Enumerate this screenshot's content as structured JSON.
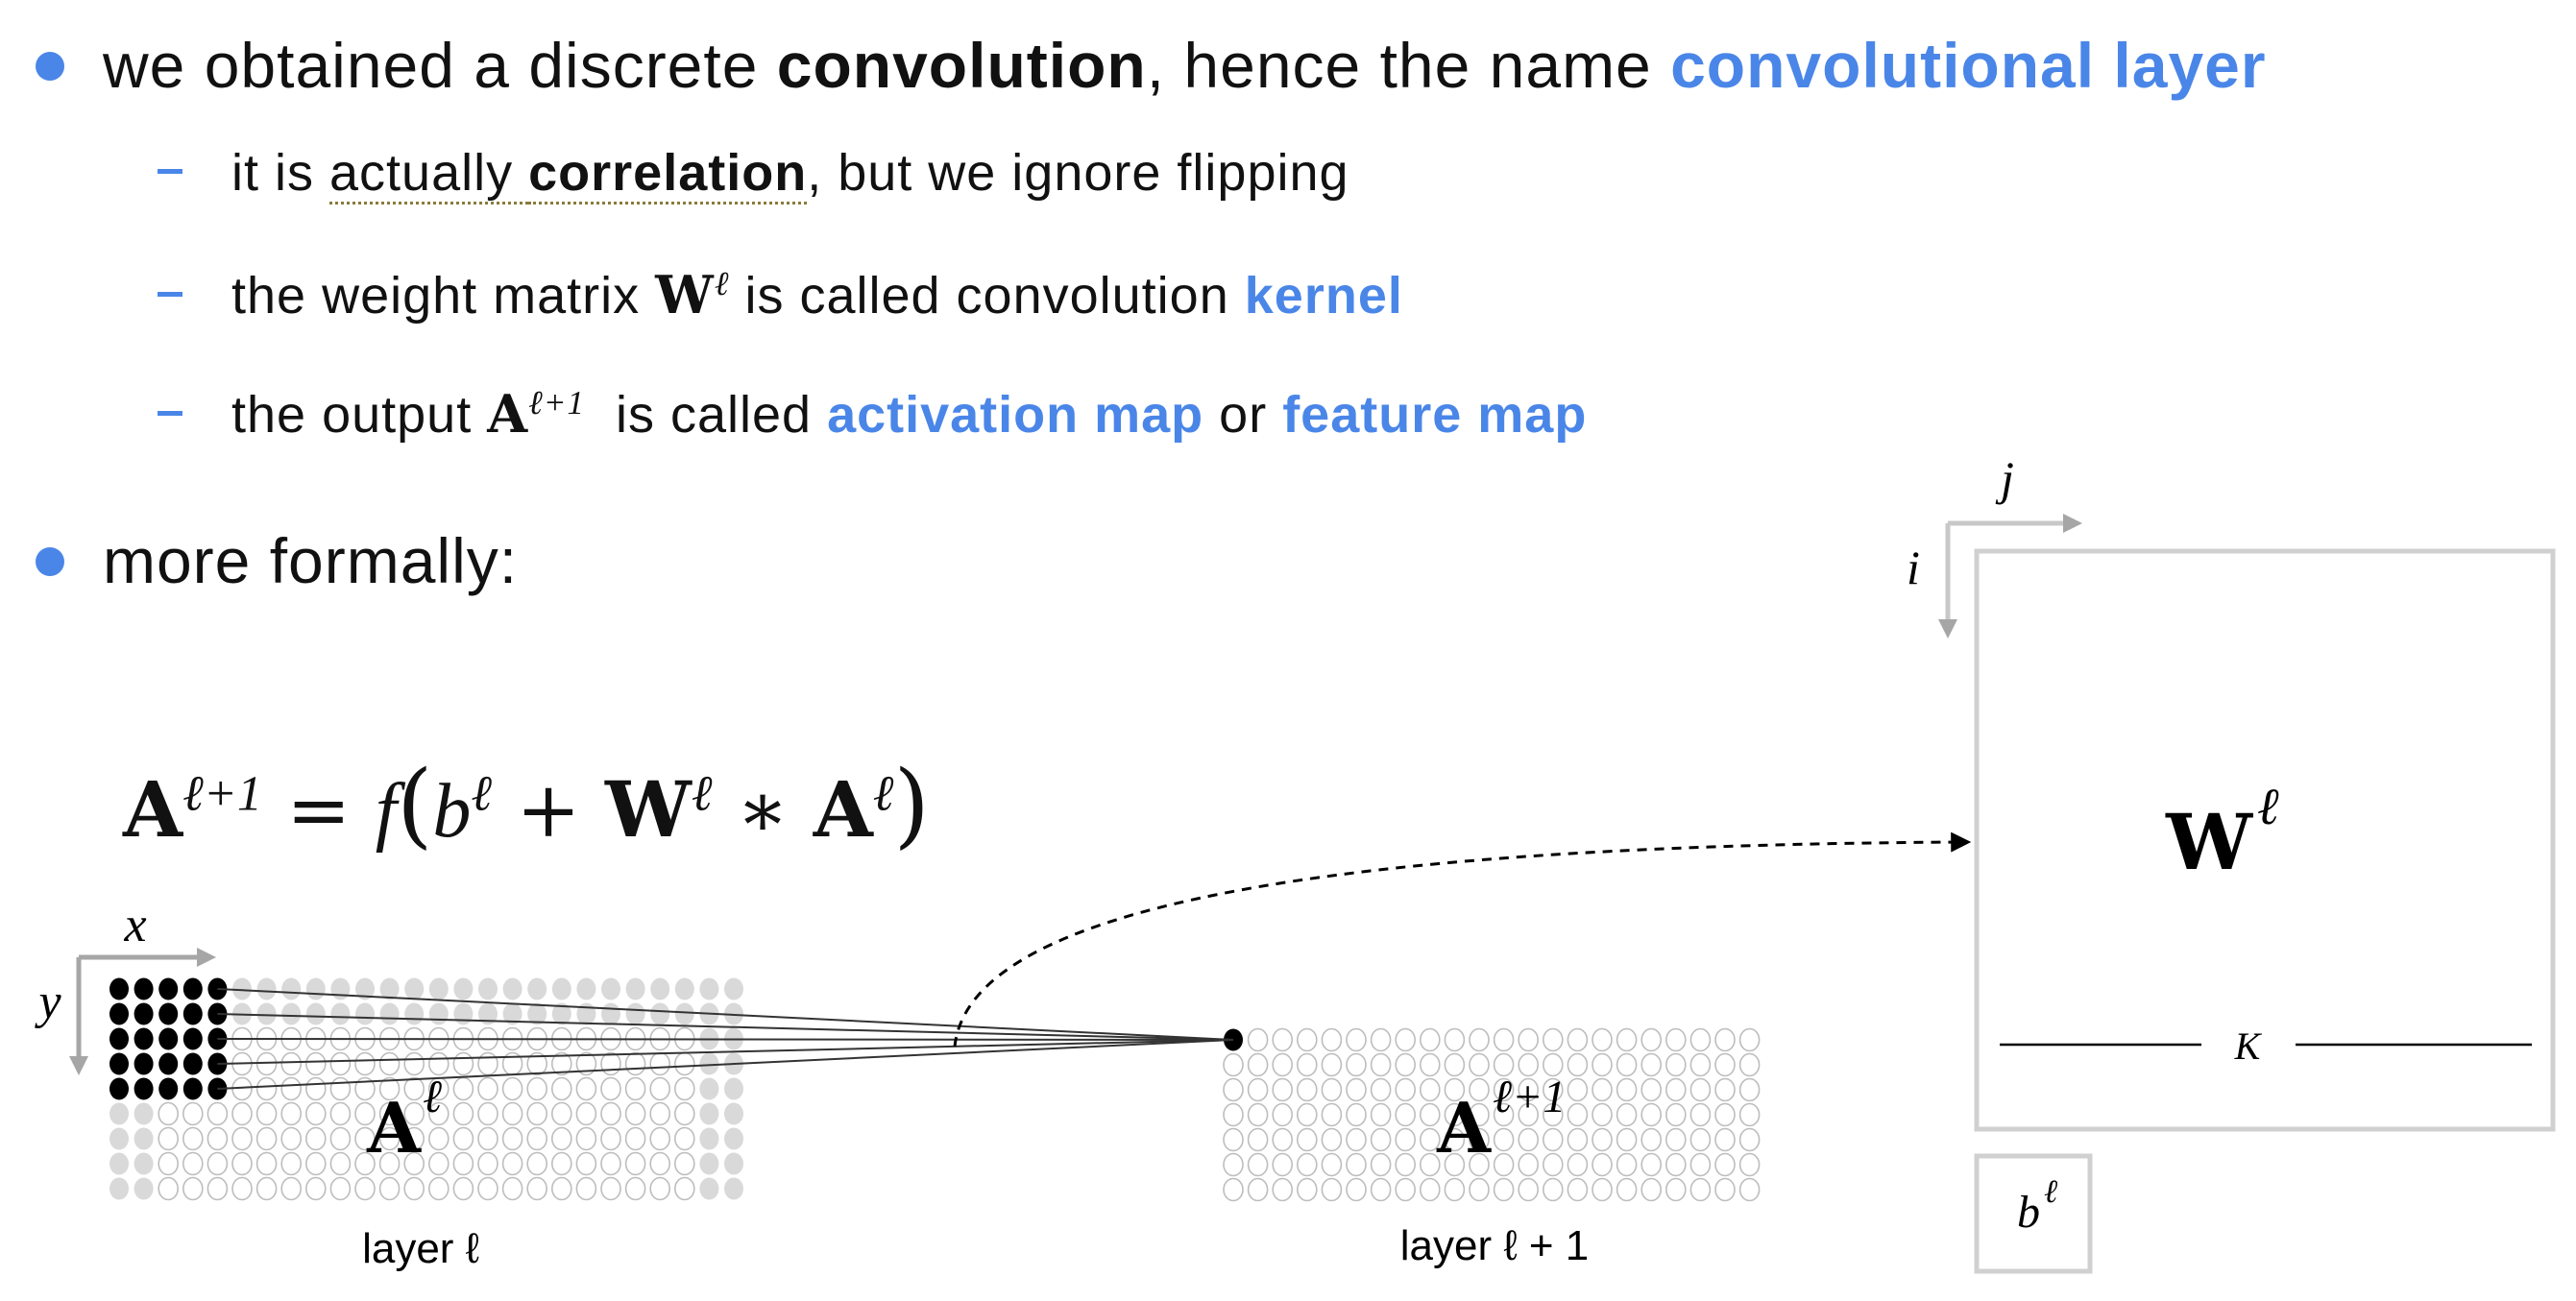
{
  "bullets": [
    {
      "parts": [
        "we obtained a discrete ",
        "convolution",
        ", hence the name ",
        "convolutional layer"
      ],
      "sub": [
        {
          "parts": [
            "it is ",
            "actually ",
            "correlation",
            ", but we ignore flipping"
          ]
        },
        {
          "parts": [
            "the weight matrix ",
            "W",
            "ℓ",
            " is called convolution ",
            "kernel"
          ]
        },
        {
          "parts": [
            "the output ",
            "A",
            "ℓ+1",
            "  is called ",
            "activation map",
            " or ",
            "feature map"
          ]
        }
      ]
    },
    {
      "parts": [
        "more formally:"
      ]
    }
  ],
  "formula": {
    "lhs": "A",
    "lhs_sup": "ℓ+1",
    "eq": " = ",
    "f": "f",
    "open": "(",
    "b": "b",
    "b_sup": "ℓ",
    "plus": " + ",
    "W": "W",
    "W_sup": "ℓ",
    "star": " ∗ ",
    "A": "A",
    "A_sup": "ℓ",
    "close": ")"
  },
  "diagram": {
    "input": {
      "label": "A",
      "label_sup": "ℓ",
      "caption": "layer ℓ",
      "axis_x": "x",
      "axis_y": "y",
      "cols": 26,
      "rows": 9,
      "kernel": 5
    },
    "output": {
      "label": "A",
      "label_sup": "ℓ+1",
      "caption": "layer ℓ + 1",
      "cols": 22,
      "rows": 7
    },
    "kernel_box": {
      "label": "W",
      "label_sup": "ℓ",
      "size_label": "K",
      "axis_i": "i",
      "axis_j": "j"
    },
    "bias_box": {
      "label": "b",
      "label_sup": "ℓ"
    }
  },
  "colors": {
    "accent": "#4a86e8",
    "dot_fill": "#d9d9d9",
    "dot_outline": "#bdbdbd",
    "box_border": "#d0d0d0",
    "axis": "#a6a6a6"
  }
}
